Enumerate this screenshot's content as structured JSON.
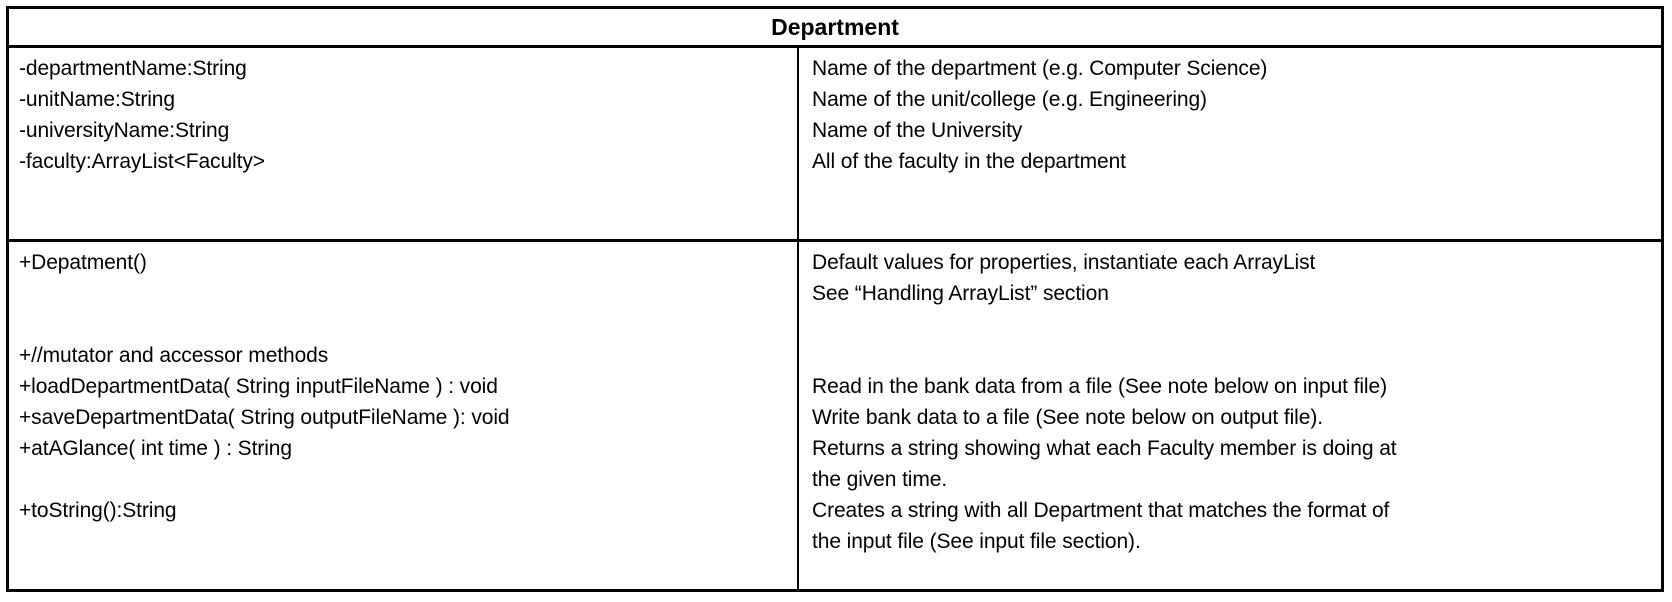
{
  "diagram": {
    "type": "uml-class-diagram",
    "class_name": "Department",
    "colors": {
      "border": "#000000",
      "background": "#ffffff",
      "text": "#000000"
    }
  },
  "attributes": {
    "left": [
      "-departmentName:String",
      "-unitName:String",
      "-universityName:String",
      "-faculty:ArrayList<Faculty>",
      ""
    ],
    "right": [
      "Name of the department (e.g. Computer Science)",
      "Name of the unit/college (e.g. Engineering)",
      "Name of the University",
      "All of the faculty in the department",
      ""
    ]
  },
  "methods": {
    "left": [
      "+Depatment()",
      "",
      "",
      "+//mutator and accessor methods",
      "+loadDepartmentData( String inputFileName ) : void",
      "+saveDepartmentData( String outputFileName ): void",
      "+atAGlance( int time ) : String",
      "",
      "+toString():String",
      ""
    ],
    "right": [
      "Default values for properties, instantiate each ArrayList",
      "See “Handling ArrayList” section",
      "",
      "",
      "Read in the bank data from a file (See note below on input file)",
      "Write bank data to a file (See note below on output file).",
      "Returns a string showing what each Faculty member is doing at",
      "the given time.",
      "Creates a string with all Department that matches the format of",
      "the input file (See input file section)."
    ]
  }
}
